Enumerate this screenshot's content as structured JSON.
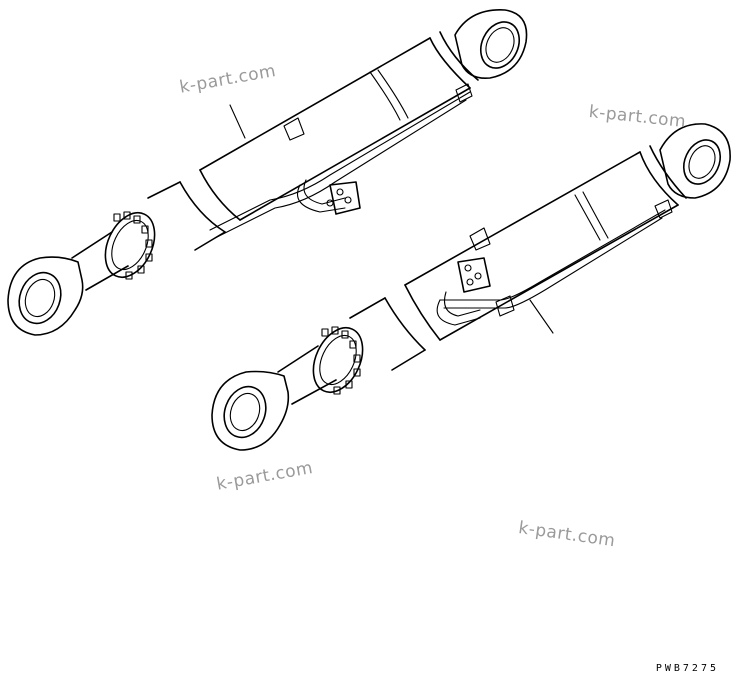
{
  "watermarks": [
    "k-part.com",
    "k-part.com",
    "k-part.com",
    "k-part.com"
  ],
  "drawing_code": "PWB7275",
  "colors": {
    "line": "#000000",
    "watermark": "#9a9a9a",
    "background": "#ffffff"
  }
}
